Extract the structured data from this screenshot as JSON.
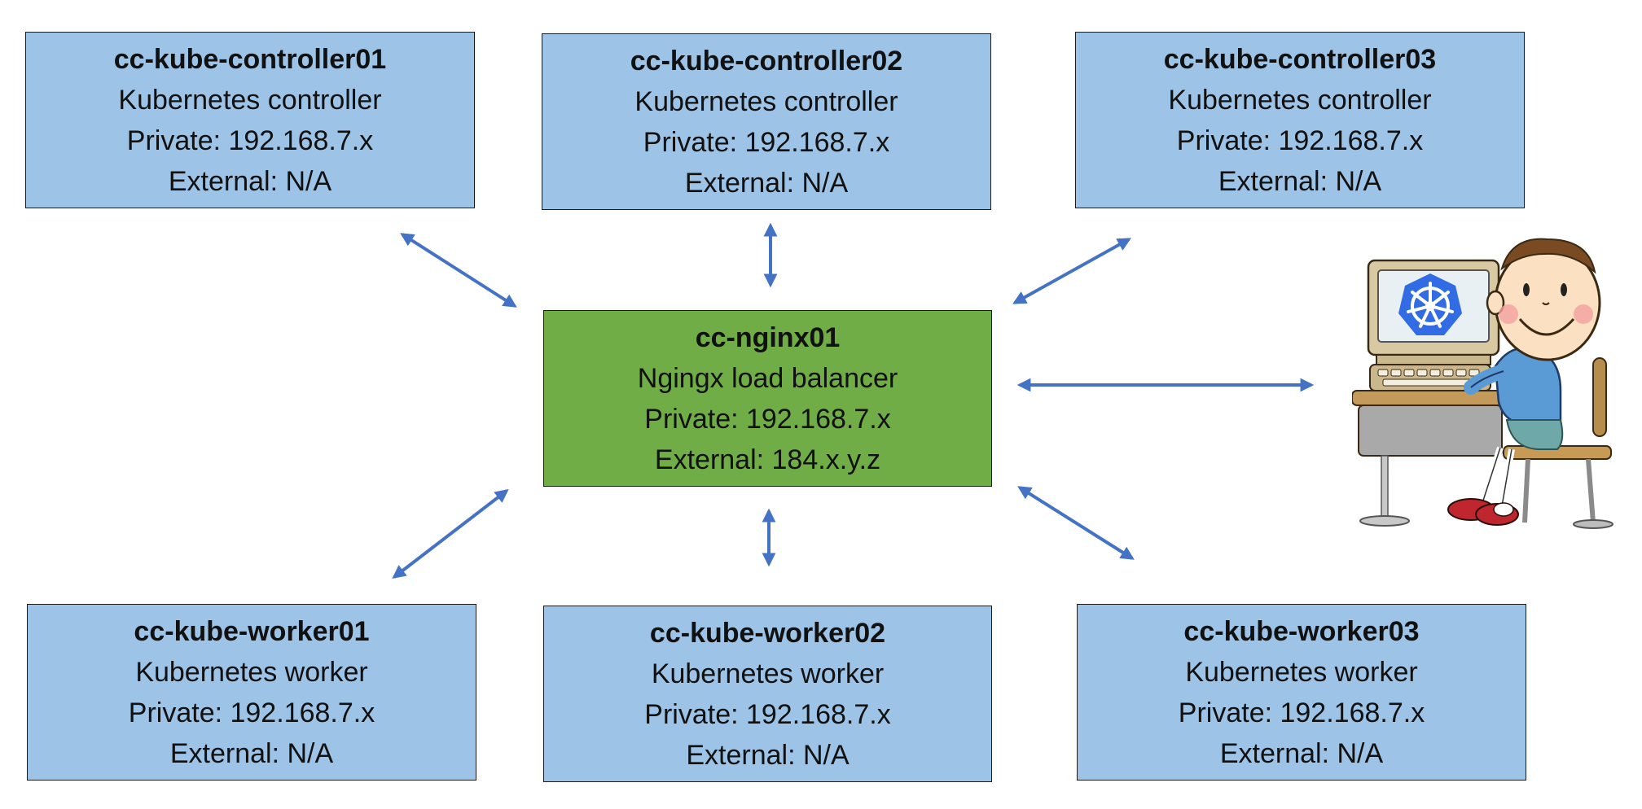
{
  "colors": {
    "node_blue": "#9dc3e6",
    "node_green": "#70ad47",
    "arrow": "#4472c4",
    "border": "#1b1b1b"
  },
  "controllers": [
    {
      "title": "cc-kube-controller01",
      "role": "Kubernetes controller",
      "private": "Private: 192.168.7.x",
      "external": "External: N/A"
    },
    {
      "title": "cc-kube-controller02",
      "role": "Kubernetes controller",
      "private": "Private: 192.168.7.x",
      "external": "External: N/A"
    },
    {
      "title": "cc-kube-controller03",
      "role": "Kubernetes controller",
      "private": "Private: 192.168.7.x",
      "external": "External: N/A"
    }
  ],
  "load_balancer": {
    "title": "cc-nginx01",
    "role": "Ngingx load balancer",
    "private": "Private: 192.168.7.x",
    "external": "External: 184.x.y.z"
  },
  "workers": [
    {
      "title": "cc-kube-worker01",
      "role": "Kubernetes worker",
      "private": "Private: 192.168.7.x",
      "external": "External: N/A"
    },
    {
      "title": "cc-kube-worker02",
      "role": "Kubernetes worker",
      "private": "Private: 192.168.7.x",
      "external": "External: N/A"
    },
    {
      "title": "cc-kube-worker03",
      "role": "Kubernetes worker",
      "private": "Private: 192.168.7.x",
      "external": "External: N/A"
    }
  ],
  "user_illustration": {
    "icon": "person-at-computer-icon",
    "screen_logo": "kubernetes-logo-icon"
  }
}
